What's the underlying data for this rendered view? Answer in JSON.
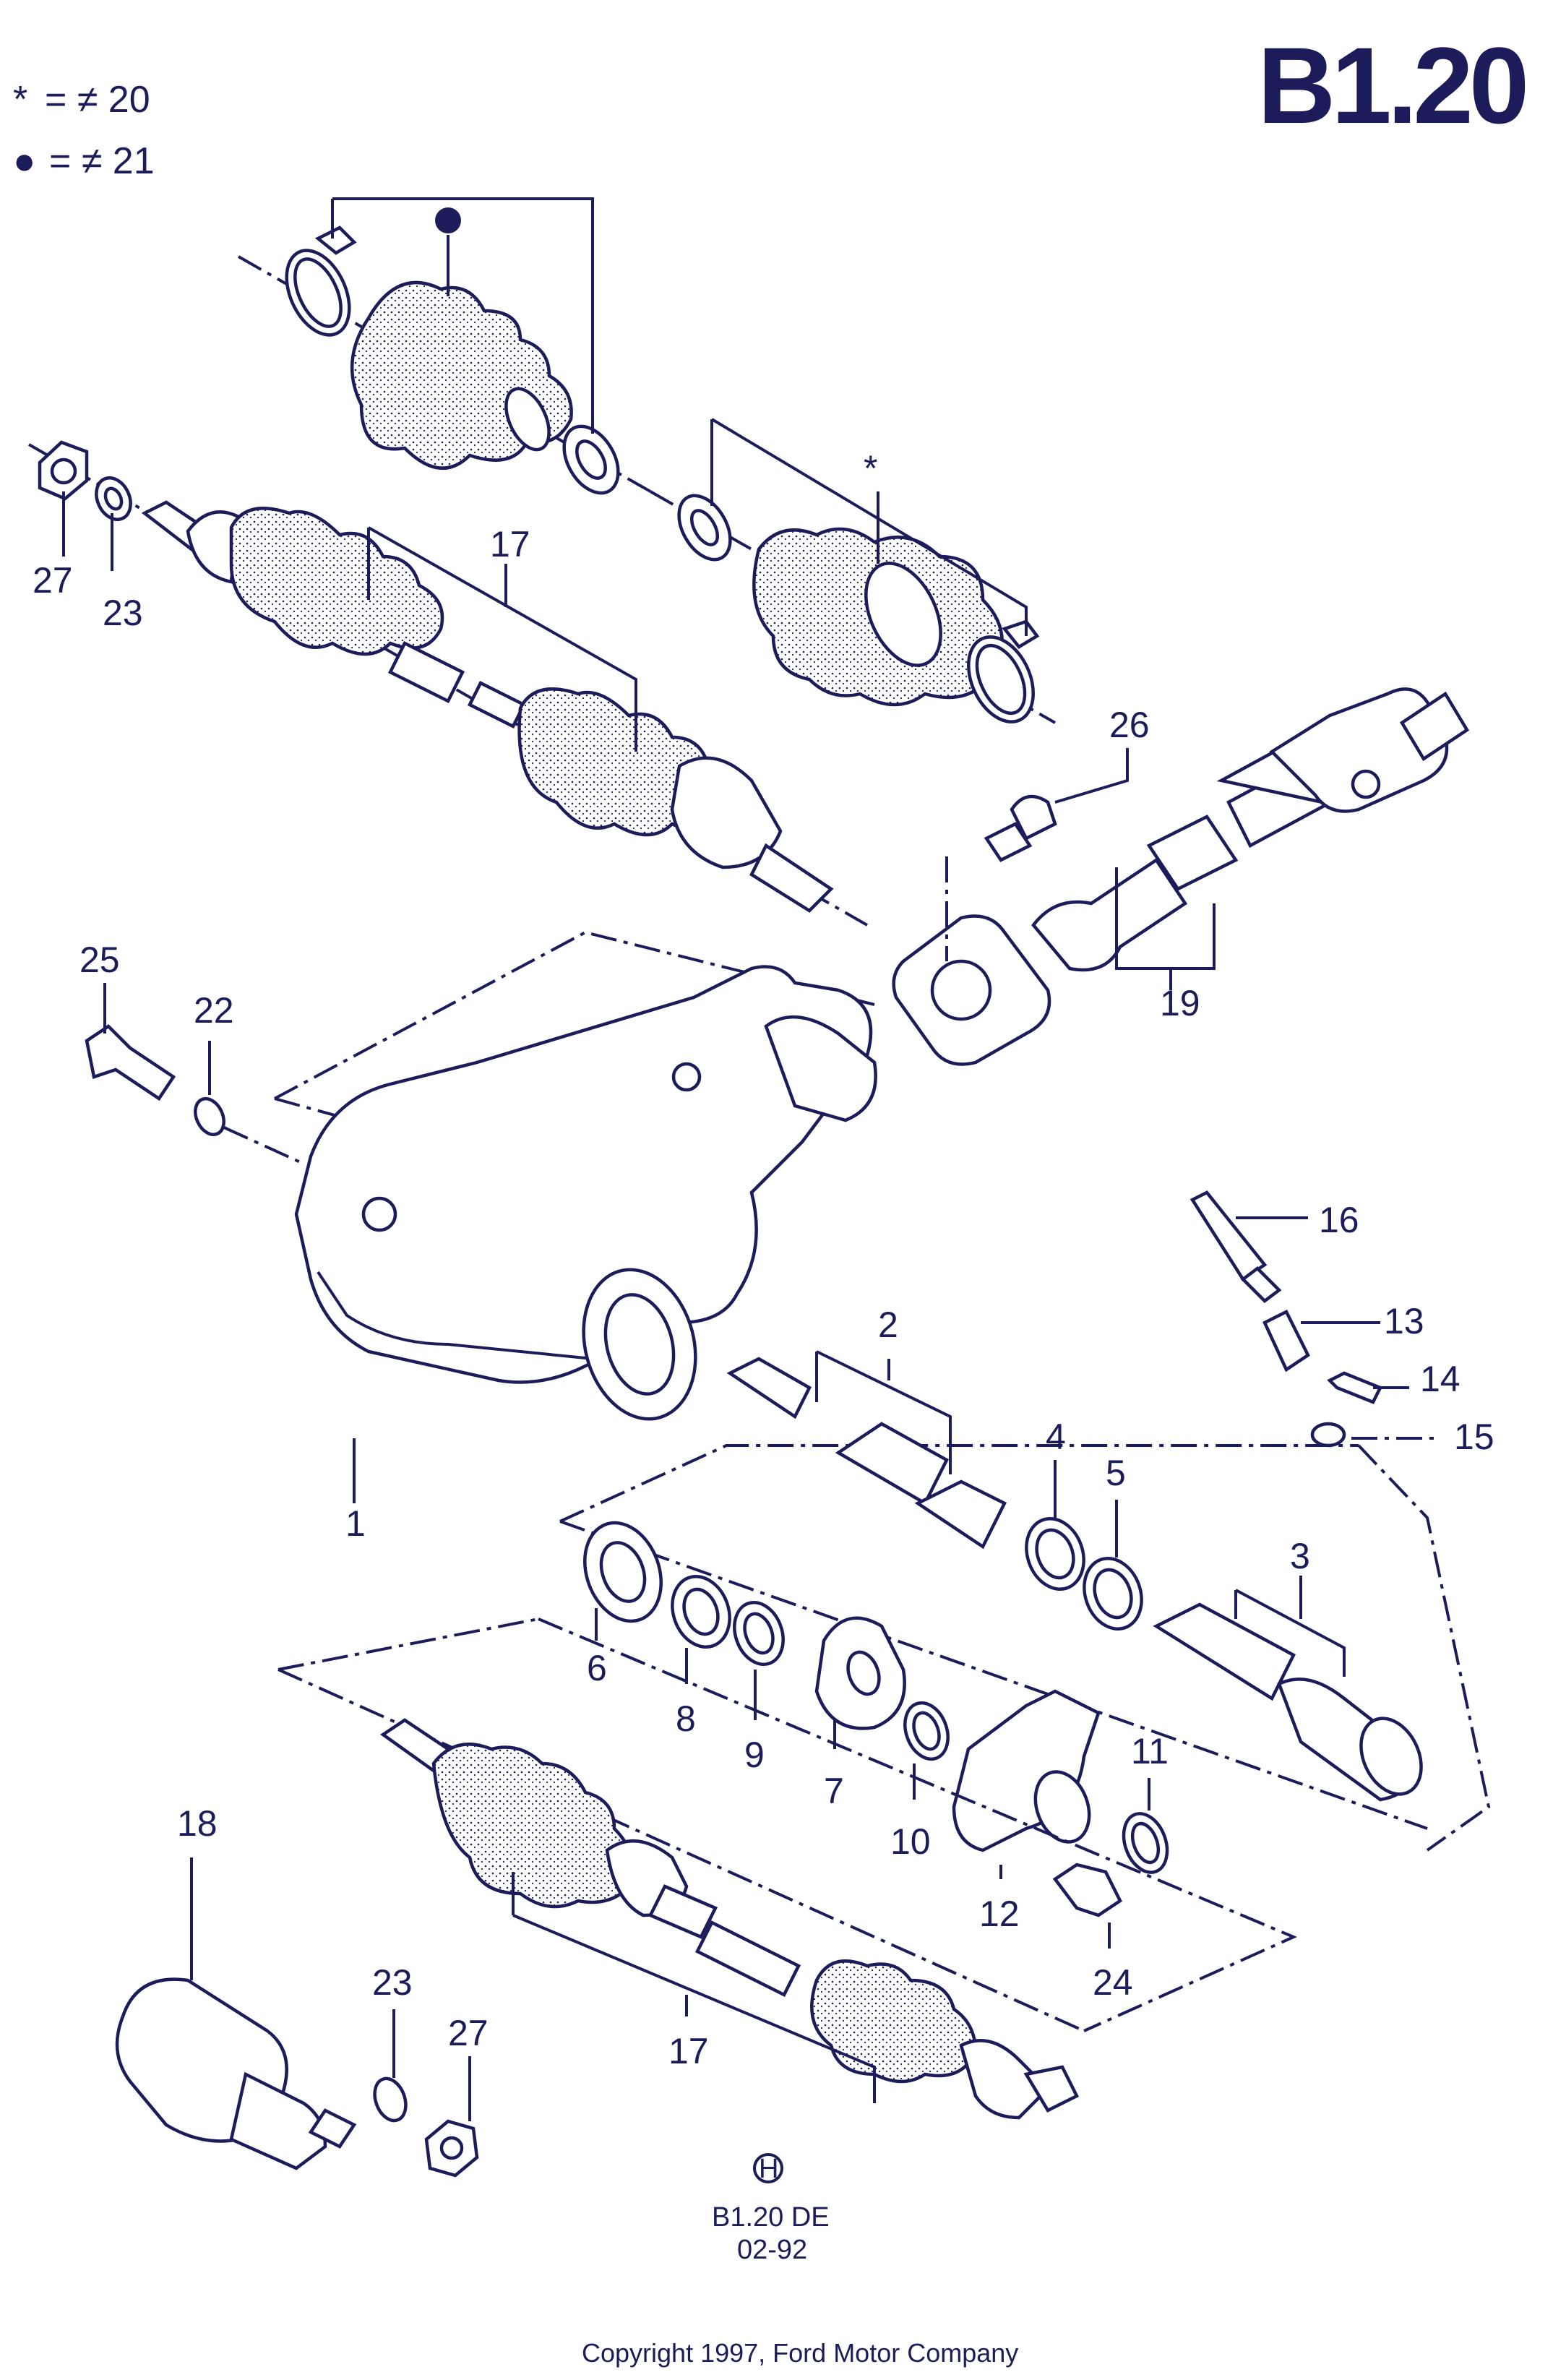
{
  "header": {
    "title": "B1.20",
    "legend": [
      {
        "symbol": "*",
        "text": "= ≠ 20"
      },
      {
        "symbol": "●",
        "text": "= ≠ 21"
      }
    ]
  },
  "callouts": {
    "c1": "1",
    "c2": "2",
    "c3": "3",
    "c4": "4",
    "c5": "5",
    "c6": "6",
    "c7": "7",
    "c8": "8",
    "c9": "9",
    "c10": "10",
    "c11": "11",
    "c12": "12",
    "c13": "13",
    "c14": "14",
    "c15": "15",
    "c16": "16",
    "c17a": "17",
    "c17b": "17",
    "c18": "18",
    "c19": "19",
    "c22": "22",
    "c23a": "23",
    "c23b": "23",
    "c24": "24",
    "c25": "25",
    "c26": "26",
    "c27a": "27",
    "c27b": "27"
  },
  "markers": {
    "asterisk": "*",
    "dot": "●"
  },
  "footer": {
    "symbol": "H",
    "code": "B1.20 DE",
    "date": "02-92",
    "copyright": "Copyright 1997, Ford Motor Company"
  }
}
